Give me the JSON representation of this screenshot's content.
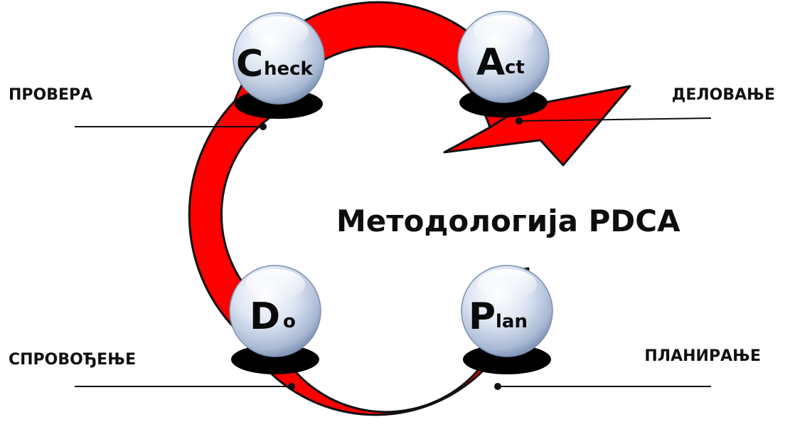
{
  "title": "Методологија PDCA",
  "colors": {
    "arrow_fill": "#ff0000",
    "arrow_stroke": "#111111",
    "sphere_light": "#eef3fb",
    "sphere_dark": "#8ea2c2",
    "base_shadow": "#000000"
  },
  "phases": [
    {
      "id": "check",
      "letter": "C",
      "rest": "heck",
      "label": "ПРОВЕРА"
    },
    {
      "id": "act",
      "letter": "A",
      "rest": "ct",
      "label": "ДЕЛОВАЊЕ"
    },
    {
      "id": "do",
      "letter": "D",
      "rest": "o",
      "label": "СПРОВОЂЕЊЕ"
    },
    {
      "id": "plan",
      "letter": "P",
      "rest": "lan",
      "label": "ПЛАНИРАЊЕ"
    }
  ]
}
